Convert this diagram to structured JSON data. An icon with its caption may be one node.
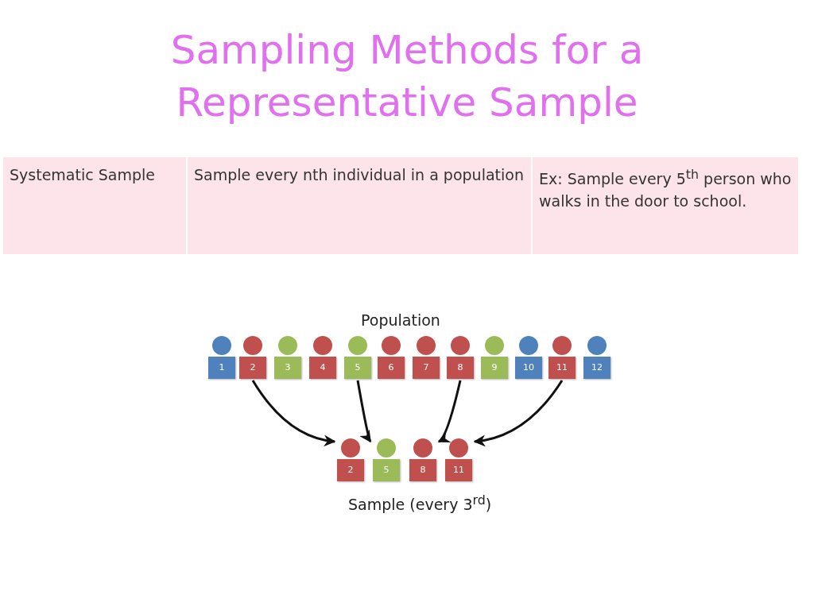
{
  "diagram": {
    "title": "Sampling Methods for a Representative Sample",
    "nodes": [
      {
        "text": [
          "1"
        ]
      },
      {
        "text": [
          "2"
        ]
      },
      {
        "text": [
          "3"
        ]
      },
      {
        "text": [
          "4"
        ]
      },
      {
        "text": [
          "5"
        ]
      },
      {
        "text": [
          "6"
        ]
      },
      {
        "text": [
          "7"
        ]
      },
      {
        "text": [
          "8"
        ]
      },
      {
        "text": [
          "9"
        ]
      },
      {
        "text": [
          "10"
        ]
      },
      {
        "text": [
          "11"
        ]
      },
      {
        "text": [
          "12"
        ]
      },
      {
        "text": [
          "2"
        ]
      },
      {
        "text": [
          "5"
        ]
      },
      {
        "text": [
          "8"
        ]
      },
      {
        "text": [
          "11"
        ]
      }
    ],
    "edges": [
      {
        "from": 1,
        "to": 12,
        "arrow": "to"
      },
      {
        "from": 4,
        "to": 13,
        "arrow": "to"
      },
      {
        "from": 7,
        "to": 14,
        "arrow": "to"
      },
      {
        "from": 10,
        "to": 15,
        "arrow": "to"
      }
    ],
    "labels": [
      "Systematic Sample",
      "Sample every nth individual in a population",
      "Ex: Sample every 5$^{th}$ person who walks in the door to school.",
      "Population",
      "Sample (every 3$^{rd}$)"
    ]
  }
}
